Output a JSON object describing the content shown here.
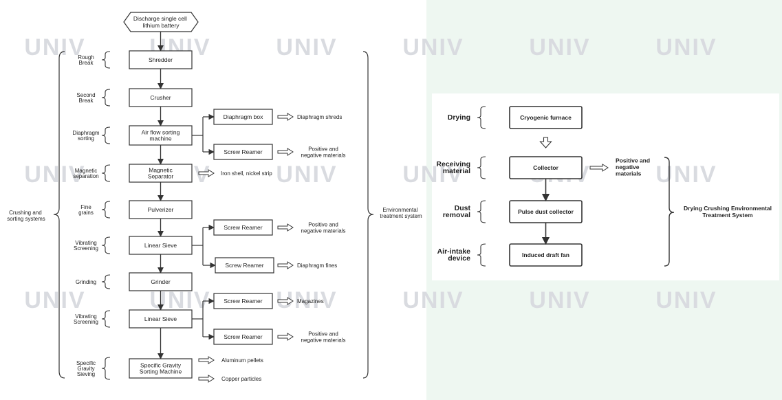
{
  "watermark": "UNIV",
  "colors": {
    "line": "#333333",
    "right_bg": "#eef7f1",
    "right_panel": "#ffffff",
    "watermark": "#d9dbe0"
  },
  "left": {
    "start": "Discharge single cell lithium battery",
    "group_label": "Crushing and sorting systems",
    "env_label": "Environmental treatment system",
    "stages": [
      {
        "label": "Rough Break",
        "box": "Shredder"
      },
      {
        "label": "Second Break",
        "box": "Crusher"
      },
      {
        "label": "Diaphragm sorting",
        "box": "Air flow sorting machine"
      },
      {
        "label": "Magnetic separation",
        "box": "Magnetic Separator"
      },
      {
        "label": "Fine grains",
        "box": "Pulverizer"
      },
      {
        "label": "Vibrating Screening",
        "box": "Linear Sieve"
      },
      {
        "label": "Grinding",
        "box": "Grinder"
      },
      {
        "label": "Vibrating Screening",
        "box": "Linear Sieve"
      },
      {
        "label": "Specific Gravity Sieving",
        "box": "Specific Gravity Sorting Machine"
      }
    ],
    "branches": [
      {
        "box": "Diaphragm box",
        "output": "Diaphragm shreds"
      },
      {
        "box": "Screw Reamer",
        "output": "Positive and negative materials"
      },
      {
        "box": "Screw Reamer",
        "output": "Positive and negative materials"
      },
      {
        "box": "Screw Reamer",
        "output": "Diaphragm fines"
      },
      {
        "box": "Screw Reamer",
        "output": "Magazines"
      },
      {
        "box": "Screw Reamer",
        "output": "Positive and negative materials"
      }
    ],
    "direct_outputs": [
      "Iron shell, nickel strip",
      "Aluminum pellets",
      "Copper particles"
    ]
  },
  "right": {
    "system_label": "Drying Crushing Environmental Treatment System",
    "stages": [
      {
        "label": "Drying",
        "box": "Cryogenic furnace"
      },
      {
        "label": "Receiving material",
        "box": "Collector"
      },
      {
        "label": "Dust removal",
        "box": "Pulse dust collector"
      },
      {
        "label": "Air-intake device",
        "box": "Induced draft fan"
      }
    ],
    "collector_output": "Positive and negative materials"
  }
}
